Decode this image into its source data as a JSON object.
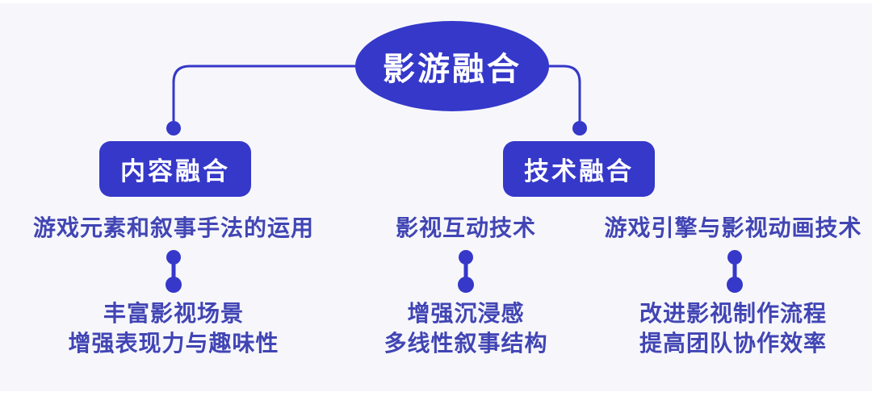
{
  "canvas": {
    "background": "#f7f7fb",
    "frame_background": "#ffffff"
  },
  "colors": {
    "shape_blue": "#3538c9",
    "text_blue": "#4145b4",
    "node_text_white": "#ffffff"
  },
  "root": {
    "label": "影游融合"
  },
  "branches": [
    {
      "label": "内容融合",
      "columns": [
        {
          "top": "游戏元素和叙事手法的运用",
          "bottom_lines": [
            "丰富影视场景",
            "增强表现力与趣味性"
          ]
        }
      ]
    },
    {
      "label": "技术融合",
      "columns": [
        {
          "top": "影视互动技术",
          "bottom_lines": [
            "增强沉浸感",
            "多线性叙事结构"
          ]
        },
        {
          "top": "游戏引擎与影视动画技术",
          "bottom_lines": [
            "改进影视制作流程",
            "提高团队协作效率"
          ]
        }
      ]
    }
  ]
}
